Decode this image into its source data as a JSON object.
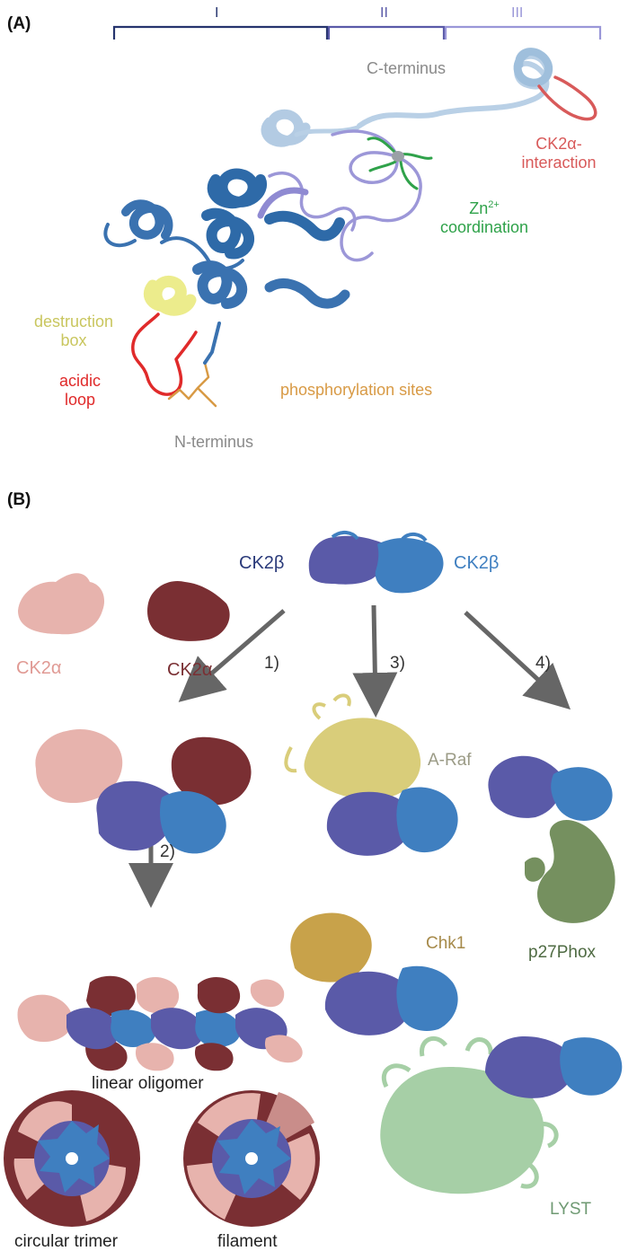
{
  "panel_a": {
    "letter": "(A)",
    "domains": [
      "I",
      "II",
      "III"
    ],
    "labels": {
      "c_terminus": "C-terminus",
      "ck2a_interaction": "CK2α-\ninteraction",
      "zn_main": "Zn",
      "zn_sup": "2+",
      "coordination": "coordination",
      "destruction_box": "destruction\nbox",
      "acidic_loop": "acidic\nloop",
      "phosphorylation": "phosphorylation sites",
      "n_terminus": "N-terminus"
    }
  },
  "panel_b": {
    "letter": "(B)",
    "ck2b_left": "CK2β",
    "ck2b_right": "CK2β",
    "ck2a_light": "CK2α",
    "ck2a_dark": "CK2α",
    "steps": [
      "1)",
      "2)",
      "3)",
      "4)"
    ],
    "araf": "A-Raf",
    "chk1": "Chk1",
    "p27phox": "p27Phox",
    "lyst": "LYST",
    "linear_oligomer": "linear oligomer",
    "circular_trimer": "circular trimer",
    "filament": "filament"
  },
  "colors": {
    "dark_navy": "#2a3a7a",
    "purple": "#5a5aa8",
    "blue": "#3f7fc0",
    "light_blue": "#b9d0e6",
    "lavender": "#9c97d8",
    "pink": "#e7b3ad",
    "maroon": "#7a2f33",
    "yellow_tan": "#d9cd7a",
    "gold": "#c8a24a",
    "olive_green": "#75905f",
    "pale_green": "#a6cfa6",
    "red": "#e02a2a",
    "green": "#2fa24a",
    "orange": "#d89a45",
    "yellow": "#c9c65e",
    "grey": "#8a8a8a"
  }
}
